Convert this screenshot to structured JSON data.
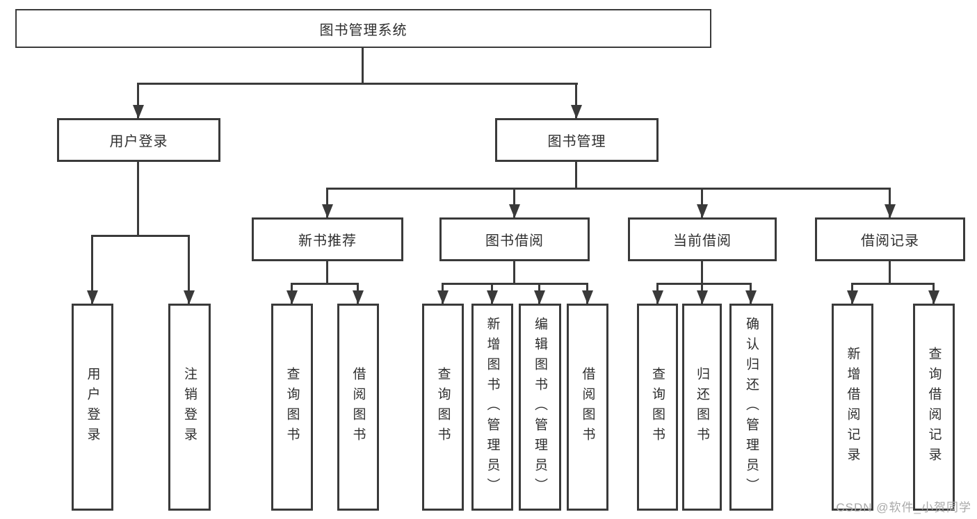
{
  "tree": {
    "root": {
      "label": "图书管理系统"
    },
    "user_login": {
      "label": "用户登录",
      "children": {
        "login": {
          "label": "用户登录"
        },
        "logout": {
          "label": "注销登录"
        }
      }
    },
    "book_management": {
      "label": "图书管理",
      "sections": {
        "new_book_recommend": {
          "label": "新书推荐",
          "children": {
            "query_books": {
              "label": "查询图书"
            },
            "borrow_books": {
              "label": "借阅图书"
            }
          }
        },
        "book_borrow": {
          "label": "图书借阅",
          "children": {
            "query_books": {
              "label": "查询图书"
            },
            "add_books": {
              "label": "新增图书（管理员）"
            },
            "edit_books": {
              "label": "编辑图书（管理员）"
            },
            "borrow_books": {
              "label": "借阅图书"
            }
          }
        },
        "current_borrow": {
          "label": "当前借阅",
          "children": {
            "query_books": {
              "label": "查询图书"
            },
            "return_books": {
              "label": "归还图书"
            },
            "confirm_return": {
              "label": "确认归还（管理员）"
            }
          }
        },
        "borrow_records": {
          "label": "借阅记录",
          "children": {
            "add_record": {
              "label": "新增借阅记录"
            },
            "query_record": {
              "label": "查询借阅记录"
            }
          }
        }
      }
    }
  },
  "watermark": {
    "text": "CSDN @软件_小贺同学"
  },
  "colors": {
    "line": "#3a3a3a",
    "box_border": "#3a3a3a",
    "box_background": "#ffffff",
    "text": "#2e2e2e",
    "watermark": "#a9a9a9",
    "page_background": "#ffffff"
  }
}
